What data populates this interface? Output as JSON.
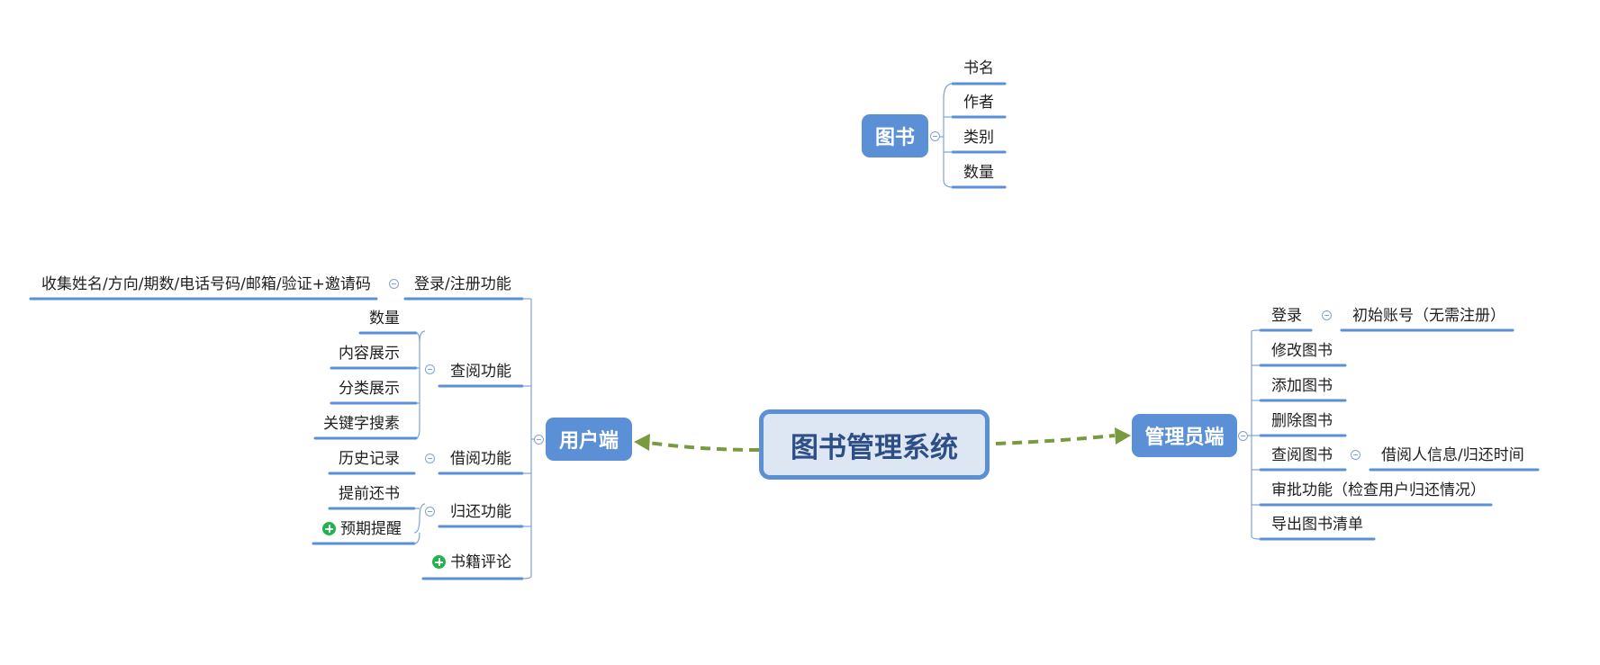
{
  "root": {
    "label": "图书管理系统"
  },
  "book": {
    "label": "图书",
    "fields": [
      "书名",
      "作者",
      "类别",
      "数量"
    ]
  },
  "user_side": {
    "label": "用户端",
    "login": {
      "label": "登录/注册功能",
      "detail": "收集姓名/方向/期数/电话号码/邮箱/验证+邀请码"
    },
    "browse": {
      "label": "查阅功能",
      "items": [
        "数量",
        "内容展示",
        "分类展示",
        "关键字搜素"
      ]
    },
    "borrow": {
      "label": "借阅功能",
      "items": [
        "历史记录"
      ]
    },
    "return": {
      "label": "归还功能",
      "items": [
        "提前还书",
        "预期提醒"
      ]
    },
    "comment": {
      "label": "书籍评论"
    }
  },
  "admin_side": {
    "label": "管理员端",
    "login": {
      "label": "登录",
      "detail": "初始账号（无需注册）"
    },
    "edit": {
      "label": "修改图书"
    },
    "add": {
      "label": "添加图书"
    },
    "delete": {
      "label": "删除图书"
    },
    "query": {
      "label": "查阅图书",
      "detail": "借阅人信息/归还时间"
    },
    "approve": {
      "label": "审批功能（检查用户归还情况）"
    },
    "export": {
      "label": "导出图书清单"
    }
  },
  "colors": {
    "node": "#5b8fd6",
    "root_fill": "#dde6f3",
    "root_text": "#2d4f86",
    "line": "#7fa3d8",
    "underline": "#5b8fd6",
    "arrow": "#7a9a3f",
    "plus": "#1fb54a"
  }
}
